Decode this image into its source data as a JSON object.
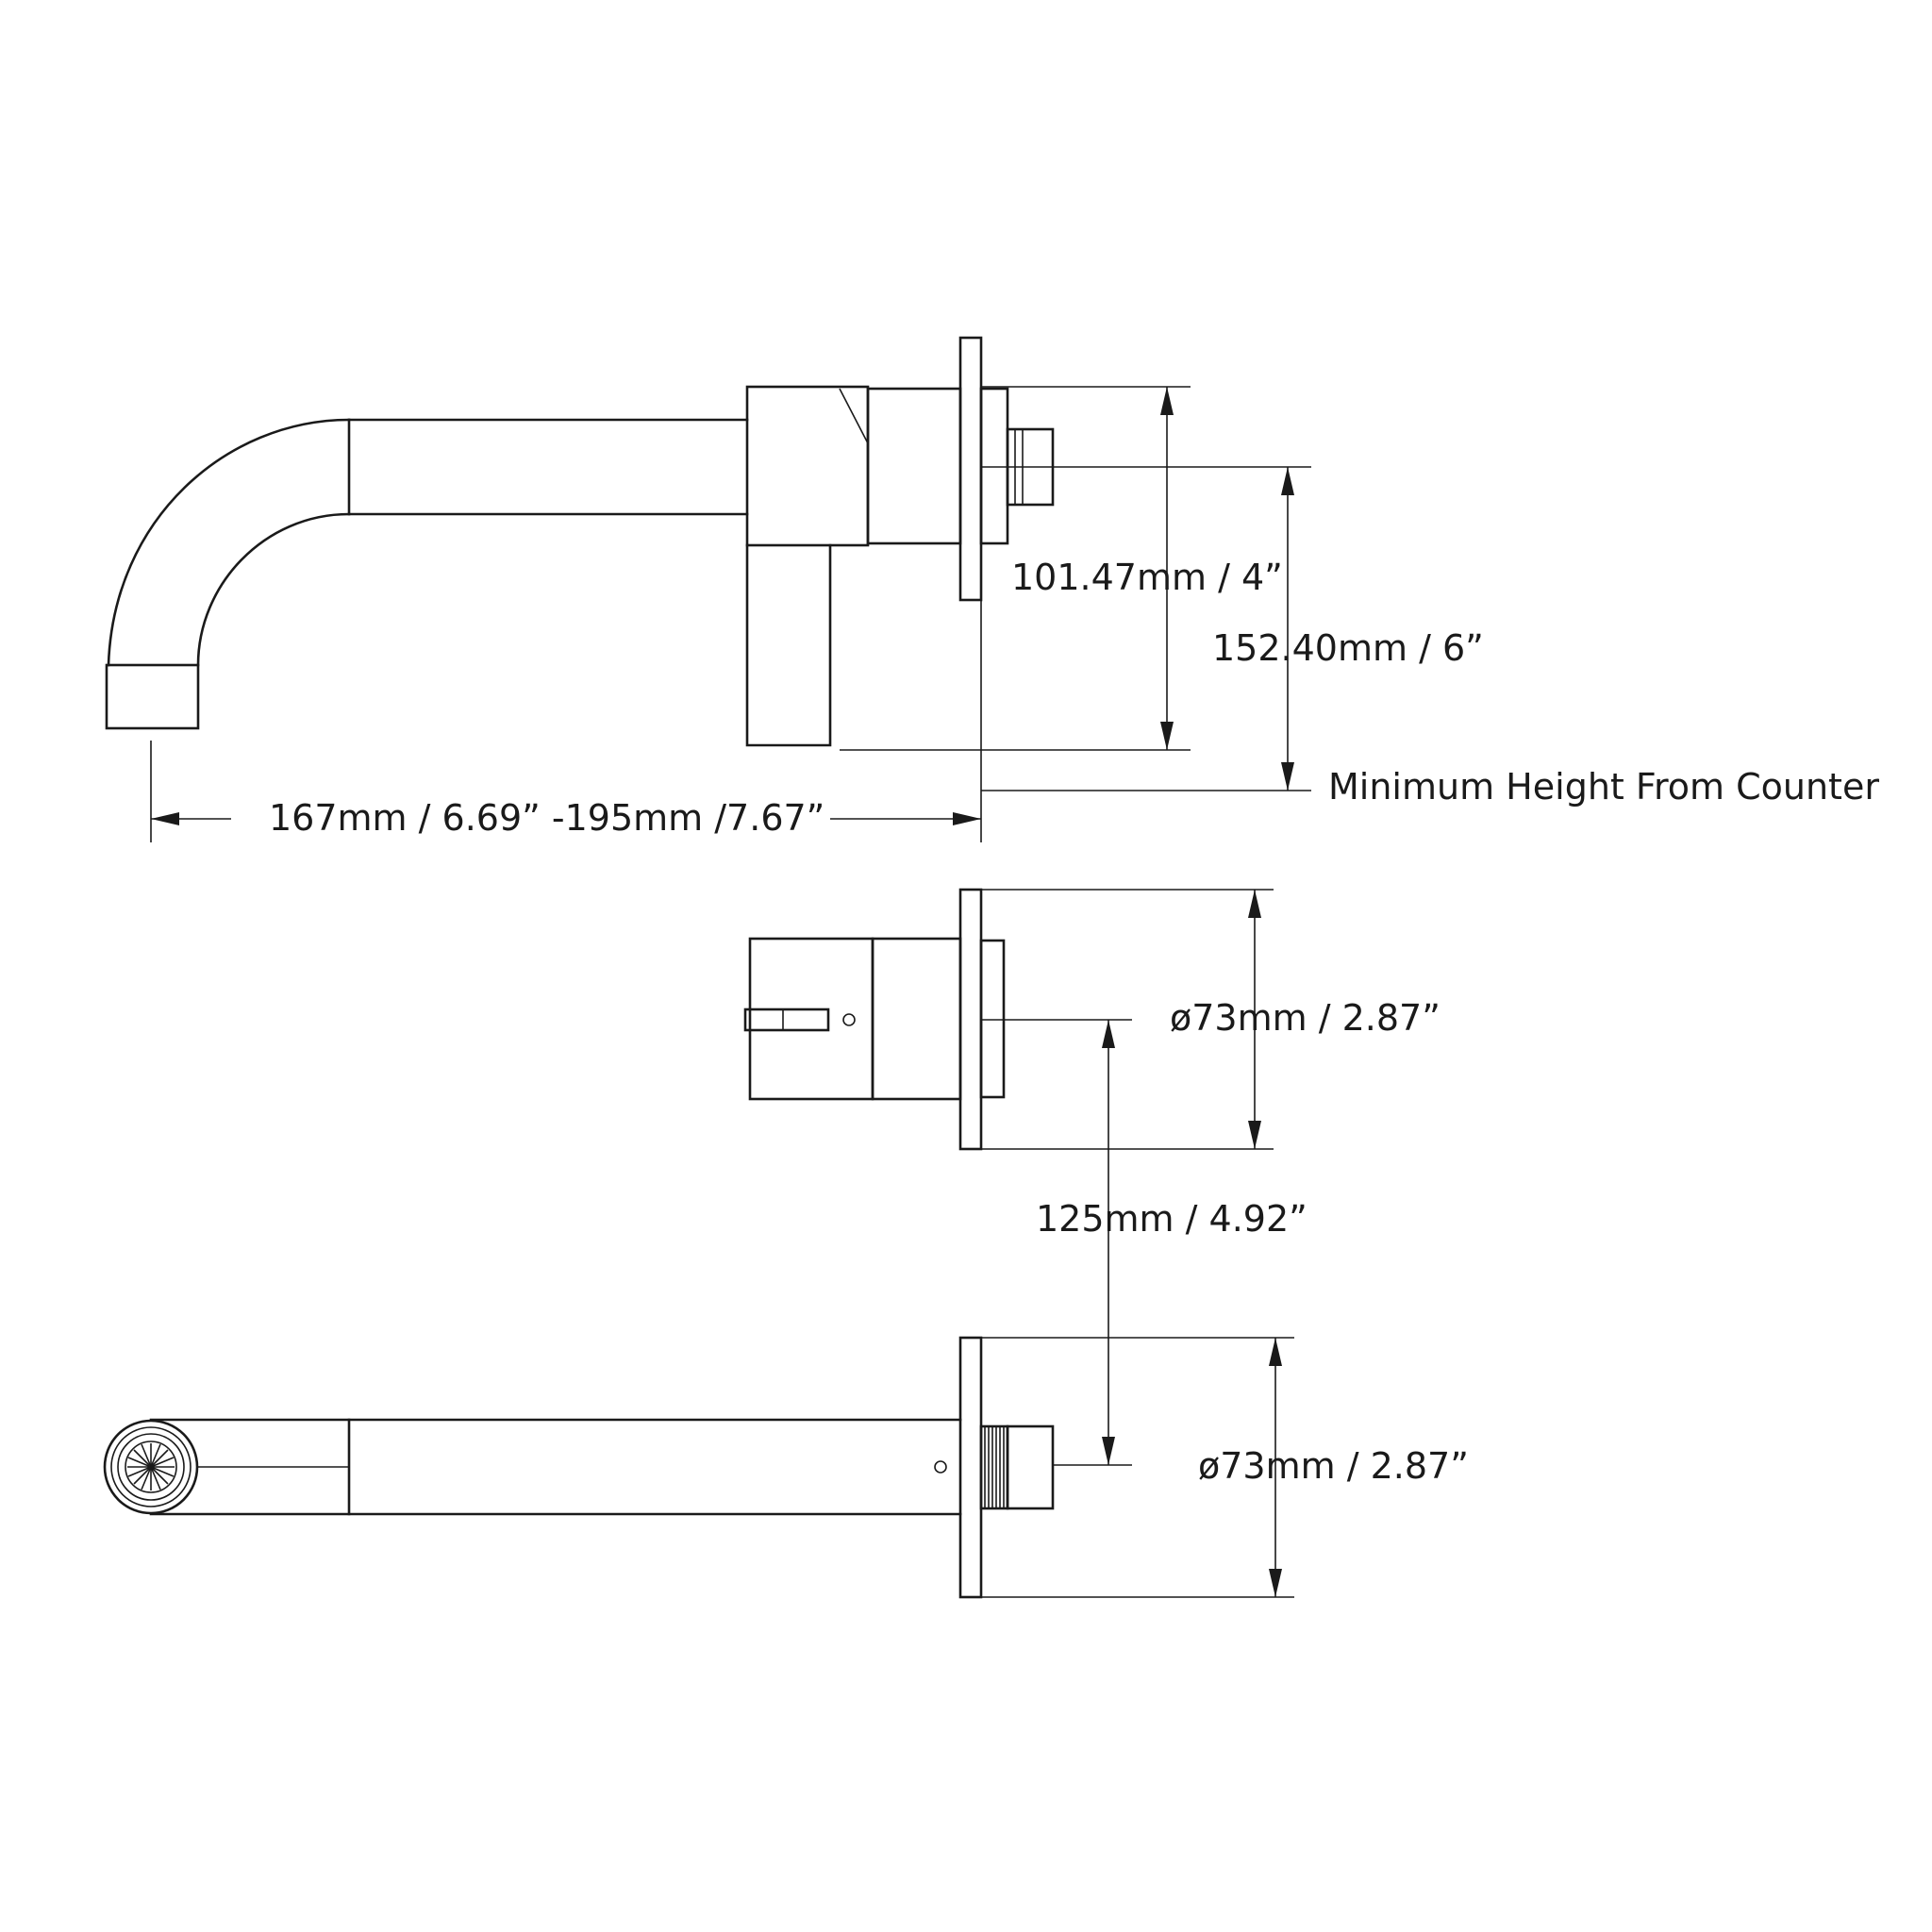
{
  "drawing": {
    "dimensions": {
      "spout_reach": "167mm / 6.69” -195mm /7.67”",
      "valve_height": "101.47mm / 4”",
      "min_height": "152.40mm / 6”",
      "min_height_note": "Minimum Height From Counter",
      "handle_plate_dia": "ø73mm / 2.87”",
      "center_spacing": "125mm / 4.92”",
      "spout_plate_dia": "ø73mm / 2.87”"
    }
  }
}
